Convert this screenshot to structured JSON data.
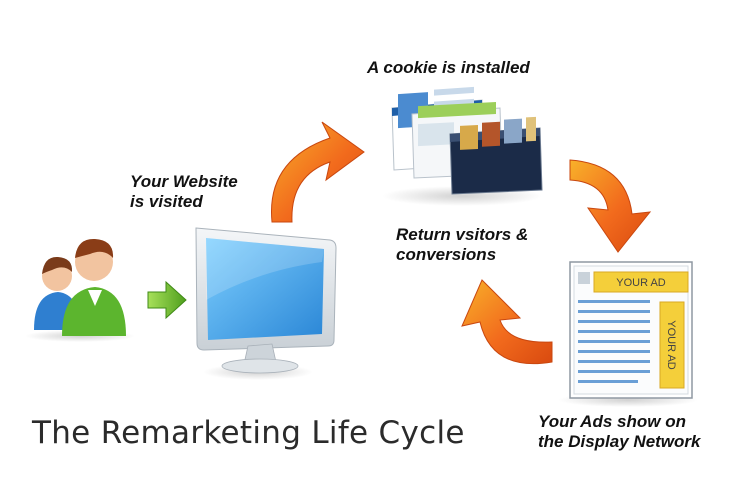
{
  "title": "The Remarketing Life Cycle",
  "steps": {
    "visited": {
      "line1": "Your Website",
      "line2": "is visited"
    },
    "cookie": {
      "text": "A cookie is installed"
    },
    "ads": {
      "line1": "Your Ads show on",
      "line2": "the Display Network"
    },
    "return": {
      "line1": "Return vsitors &",
      "line2": "conversions"
    }
  },
  "ad_mockup": {
    "banner_text": "YOUR AD",
    "sidebar_text": "YOUR AD"
  },
  "colors": {
    "arrow_orange": "#f26b1d",
    "arrow_yellow": "#f8b12a",
    "monitor_blue": "#4aa8e8",
    "ad_yellow": "#f4cf3a",
    "green_arrow": "#6cbf2a"
  }
}
